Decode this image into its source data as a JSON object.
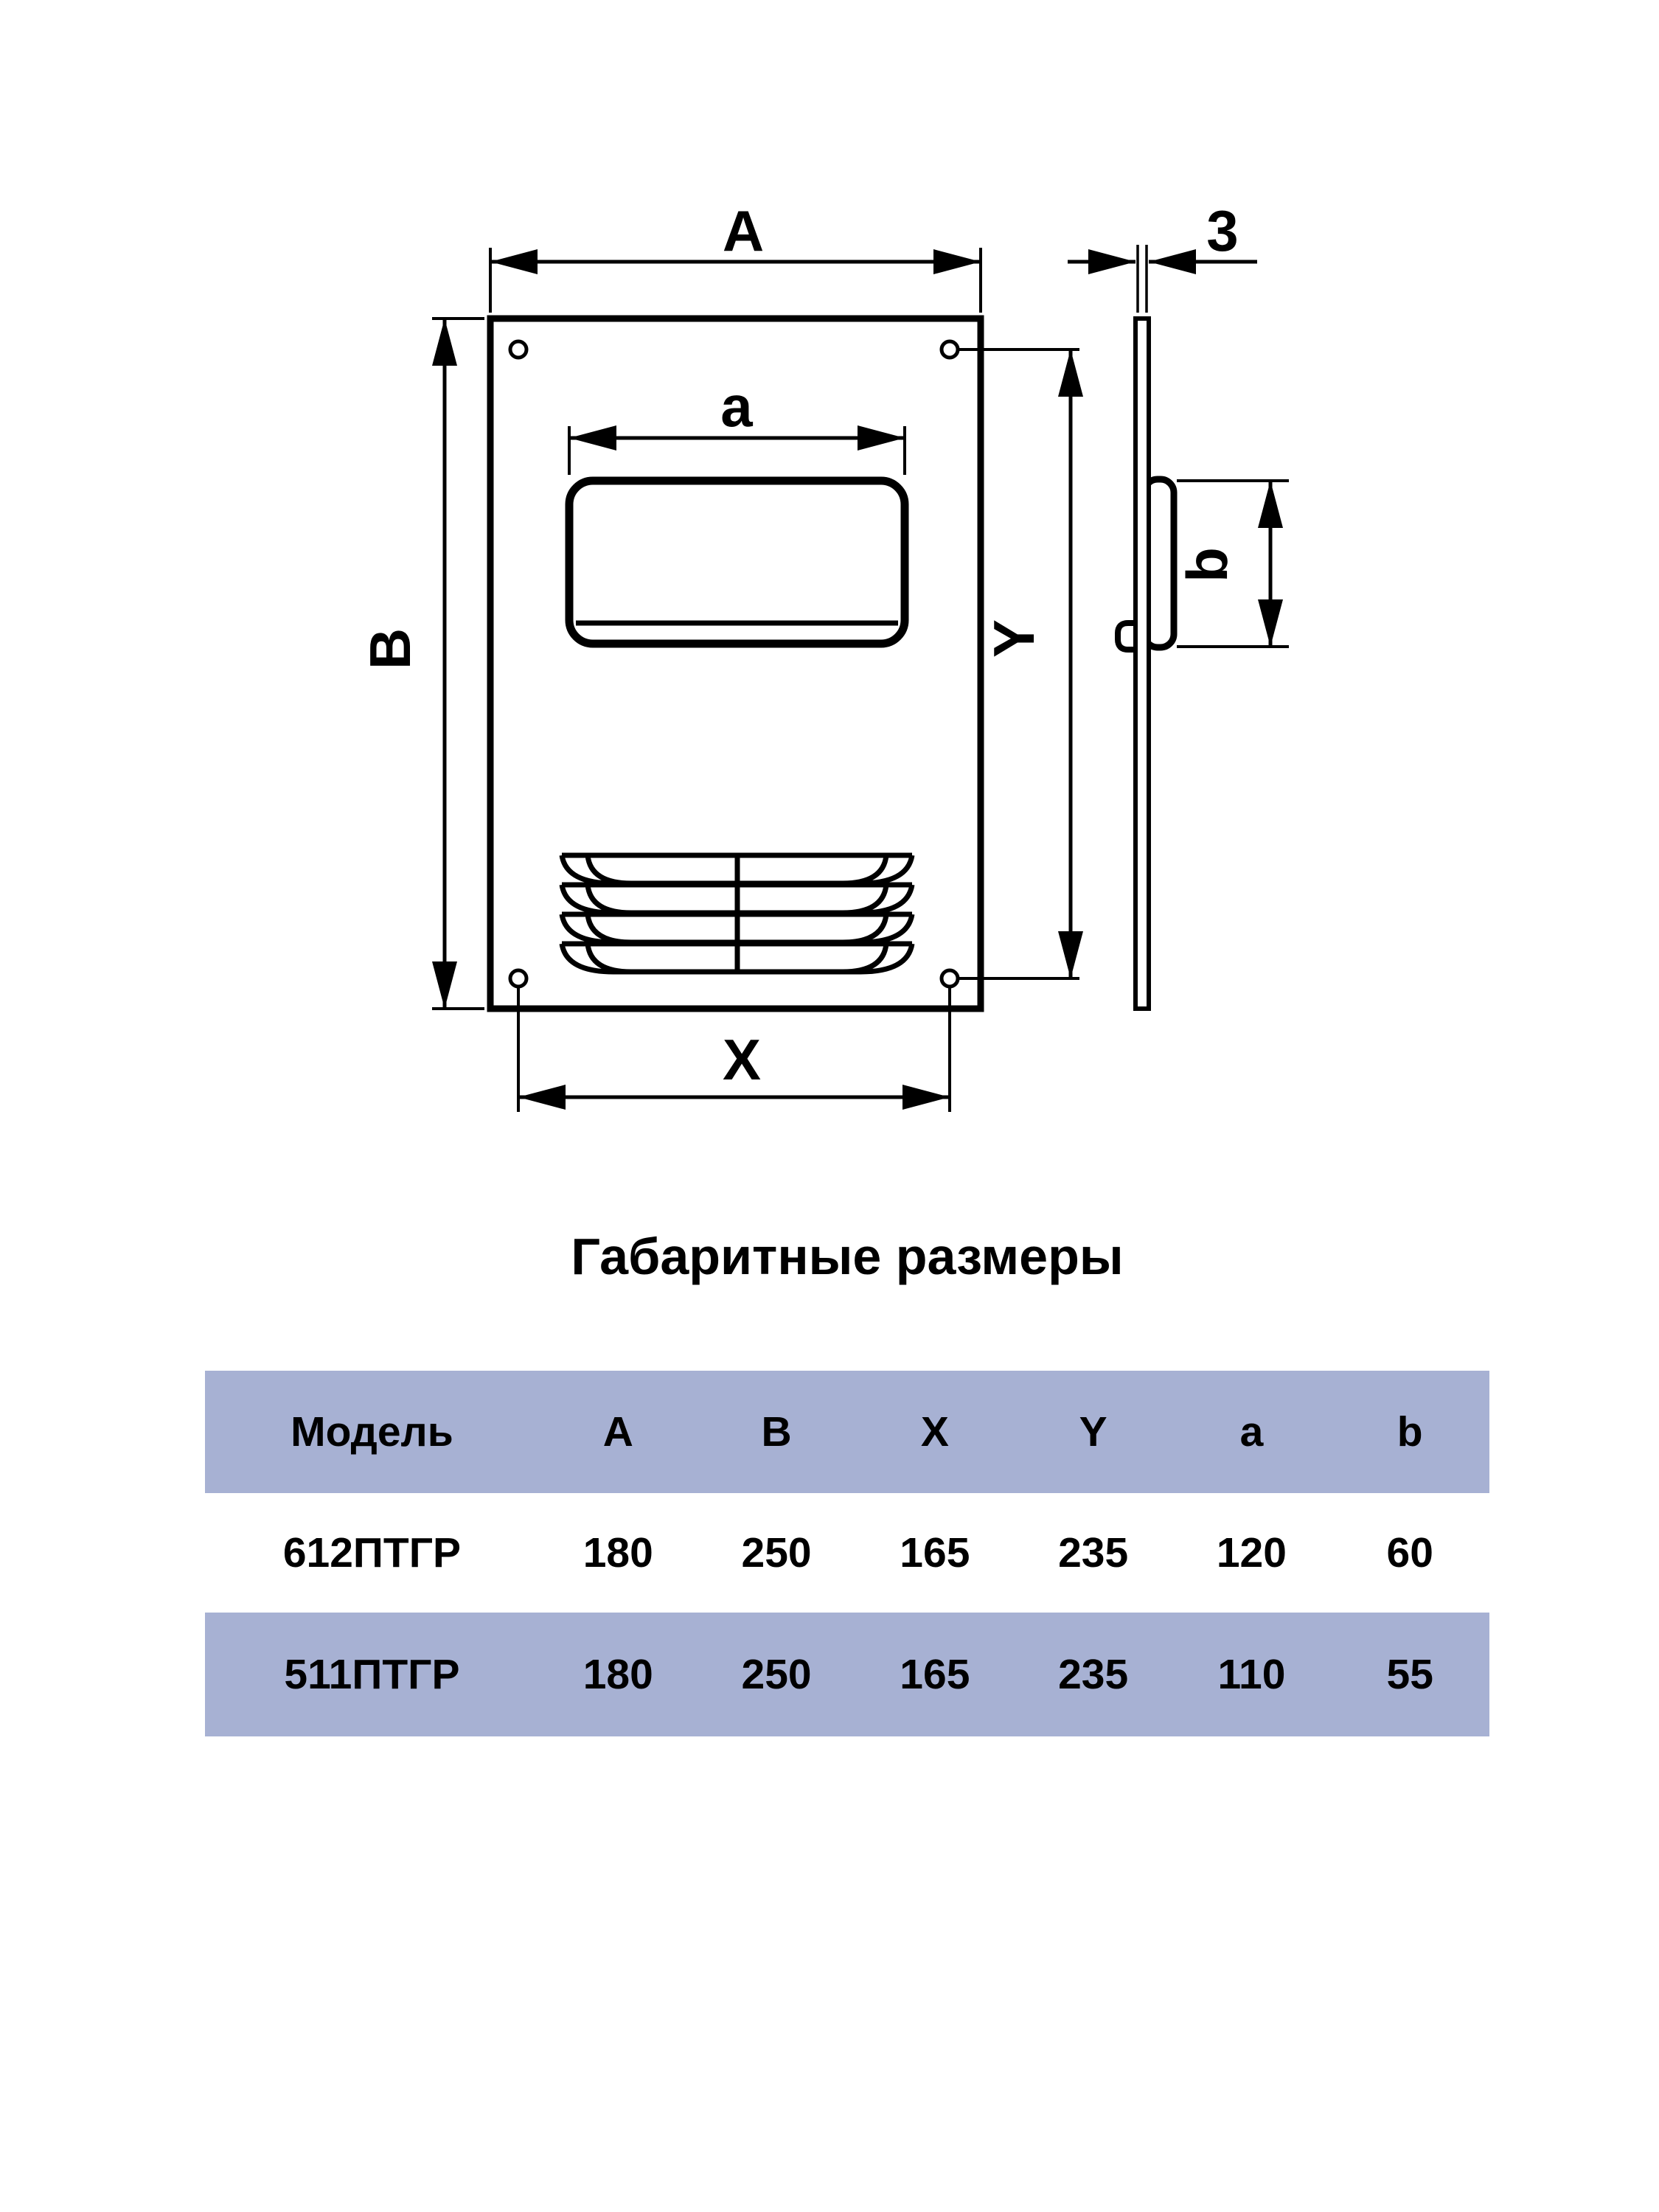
{
  "title": "Габаритные размеры",
  "drawing": {
    "labels": {
      "A": "A",
      "B": "B",
      "a": "a",
      "X": "X",
      "Y": "Y",
      "thickness": "3",
      "b": "b"
    }
  },
  "table": {
    "columns": [
      "Модель",
      "A",
      "B",
      "X",
      "Y",
      "a",
      "b"
    ],
    "rows": [
      {
        "model": "612ПТГР",
        "values": [
          "180",
          "250",
          "165",
          "235",
          "120",
          "60"
        ]
      },
      {
        "model": "511ПТГР",
        "values": [
          "180",
          "250",
          "165",
          "235",
          "110",
          "55"
        ]
      }
    ]
  },
  "colors": {
    "table_band": "#a7b1d3",
    "line": "#000000",
    "page_background": "#ffffff"
  }
}
